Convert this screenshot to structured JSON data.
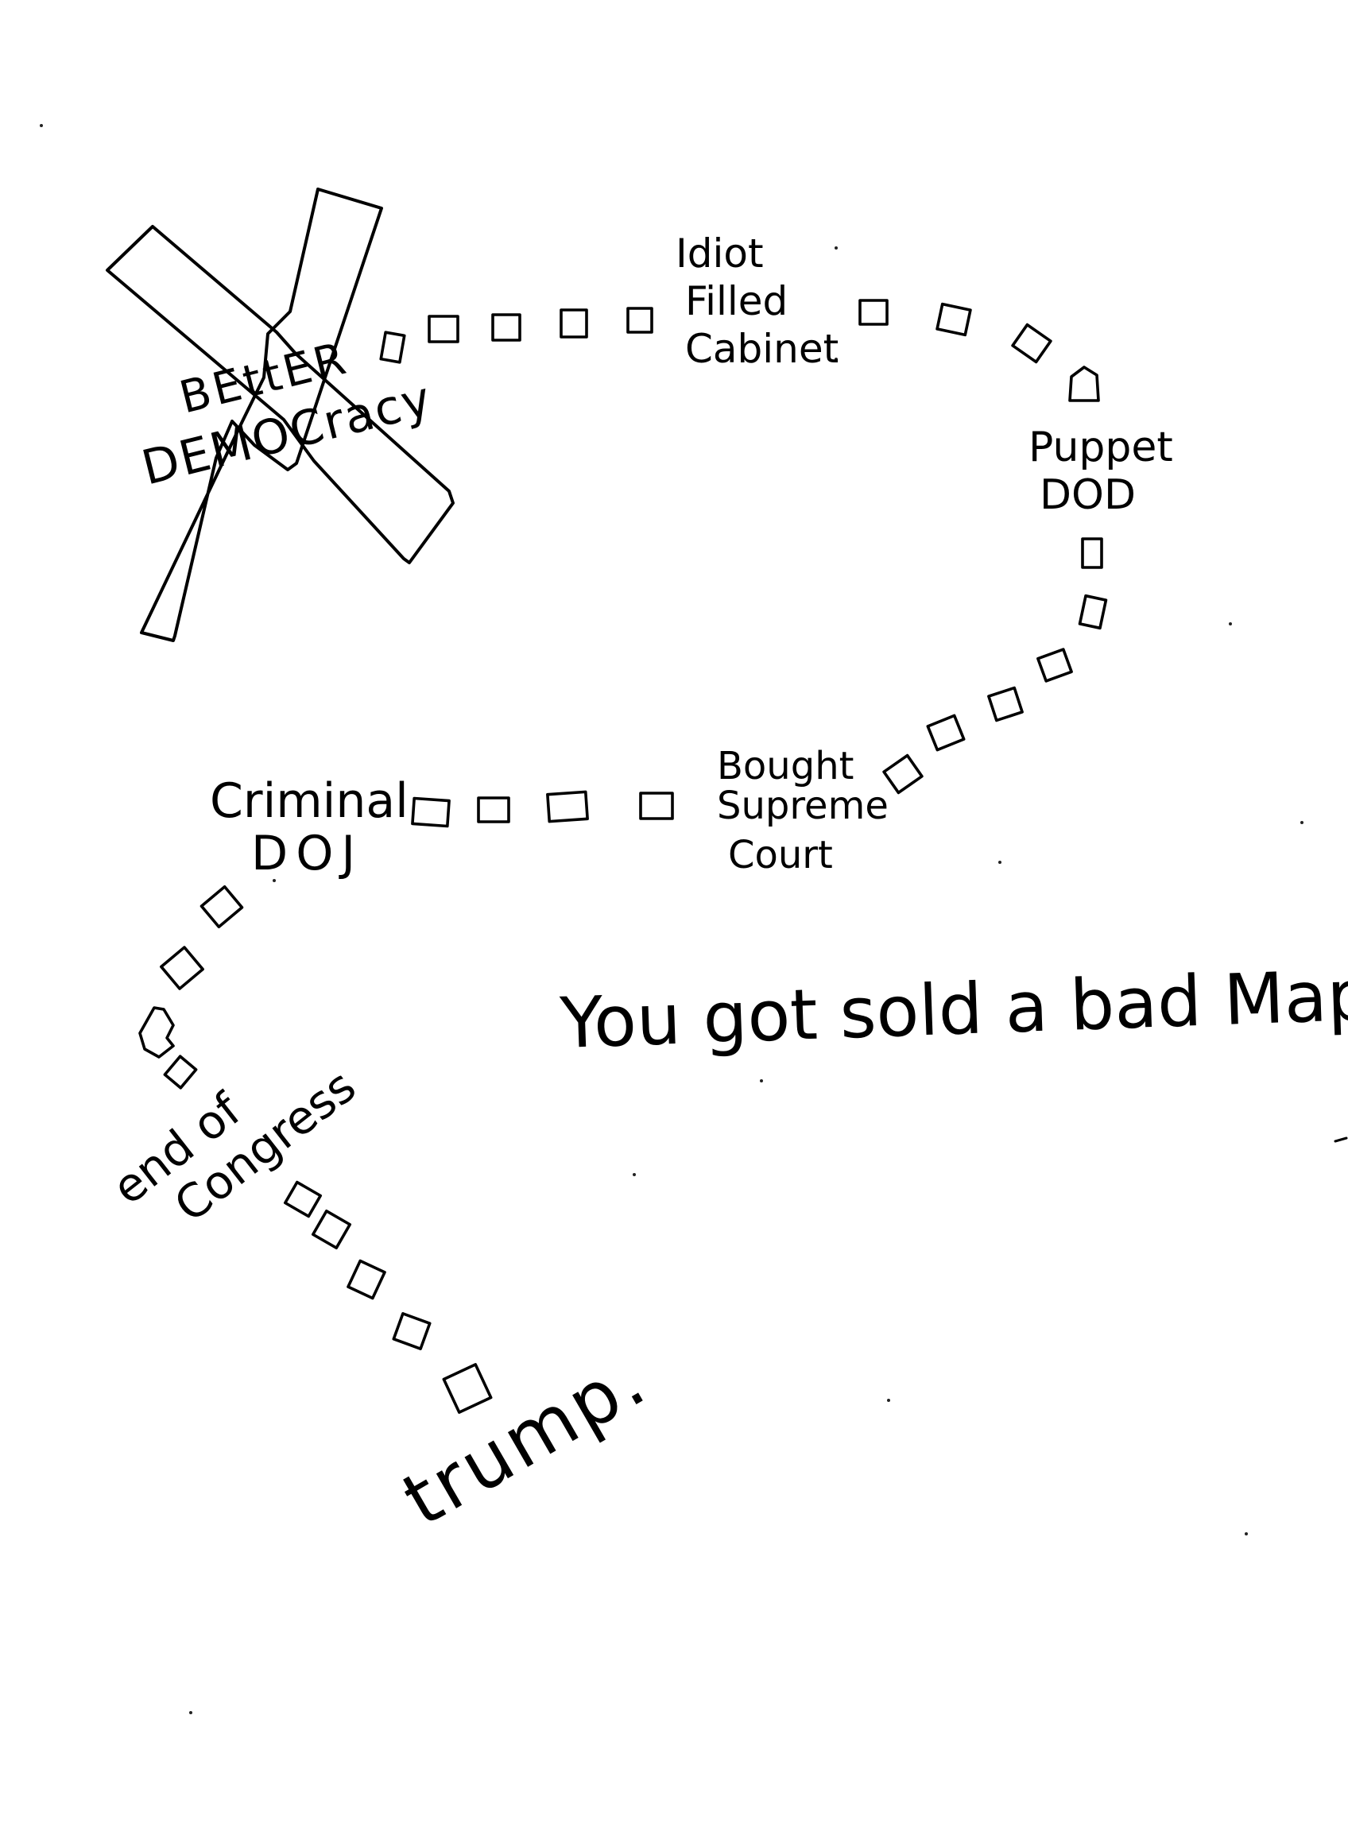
{
  "drawing": {
    "labels": {
      "better": "BEttER",
      "democracy": "DEMOCracy",
      "cabinet": [
        "Idiot",
        "Filled",
        "Cabinet"
      ],
      "dod": [
        "Puppet",
        "DOD"
      ],
      "court": [
        "Bought",
        "Supreme",
        "Court"
      ],
      "doj": [
        "Criminal",
        "DOJ"
      ],
      "congress": [
        "end of",
        "Congress"
      ],
      "trump": "trump."
    },
    "caption": "You got sold a bad Map...",
    "colors": {
      "ink": "#000000",
      "paper": "#ffffff"
    }
  }
}
